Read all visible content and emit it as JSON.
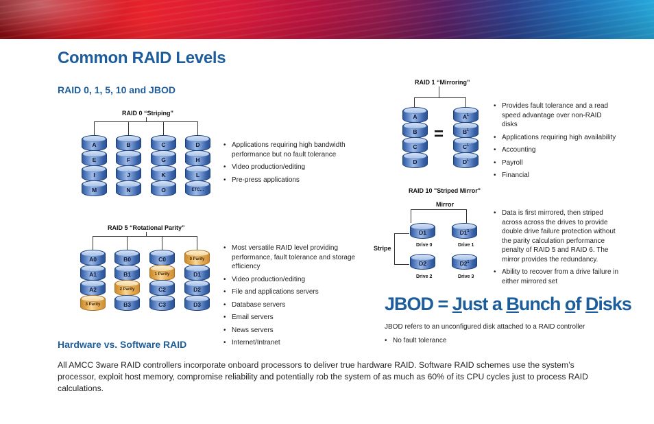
{
  "page": {
    "title": "Common RAID Levels",
    "raid_heading": "RAID 0, 1, 5, 10 and JBOD",
    "hw_heading": "Hardware vs. Software RAID",
    "hw_text": "All AMCC 3ware RAID controllers incorporate onboard processors to deliver true hardware RAID. Software RAID schemes use the system’s processor, exploit host memory, compromise reliability and potentially rob the system of as much as 60% of its CPU cycles just to process RAID calculations."
  },
  "raid0": {
    "label": "RAID 0 “Striping”",
    "columns": [
      [
        "A",
        "E",
        "I",
        "M"
      ],
      [
        "B",
        "F",
        "J",
        "N"
      ],
      [
        "C",
        "G",
        "K",
        "O"
      ],
      [
        "D",
        "H",
        "L",
        "ETC…"
      ]
    ],
    "bullets": [
      "Applications requiring high bandwidth performance but no fault tolerance",
      "Video production/editing",
      "Pre-press applications"
    ]
  },
  "raid5": {
    "label": "RAID 5 “Rotational Parity”",
    "columns": [
      [
        "A0",
        "A1",
        "A2",
        "3 Parity"
      ],
      [
        "B0",
        "B1",
        "2 Parity",
        "B3"
      ],
      [
        "C0",
        "1 Parity",
        "C2",
        "C3"
      ],
      [
        "0 Parity",
        "D1",
        "D2",
        "D3"
      ]
    ],
    "bullets": [
      "Most versatile RAID level providing performance, fault tolerance and storage efficiency",
      "Video production/editing",
      "File and applications servers",
      "Database servers",
      "Email servers",
      "News servers",
      "Internet/Intranet"
    ]
  },
  "raid1": {
    "label": "RAID 1 “Mirroring”",
    "left": [
      "A",
      "B",
      "C",
      "D"
    ],
    "right": [
      "A1",
      "B1",
      "C1",
      "D1"
    ],
    "equals": "=",
    "bullets": [
      "Provides fault tolerance and a read speed advantage over non-RAID disks",
      "Applications requiring high availability",
      "Accounting",
      "Payroll",
      "Financial"
    ]
  },
  "raid10": {
    "label": "RAID 10 \"Striped Mirror\"",
    "mirror_label": "Mirror",
    "stripe_label": "Stripe",
    "drives": [
      {
        "disk": "D1",
        "name": "Drive 0"
      },
      {
        "disk": "D1",
        "name": "Drive 1"
      },
      {
        "disk": "D2",
        "name": "Drive 2"
      },
      {
        "disk": "D2",
        "name": "Drive 3"
      }
    ],
    "sup": "1",
    "bullets": [
      "Data is first mirrored, then striped across across the drives to provide double drive failure protection without the parity calculation performance penalty of RAID 5 and RAID 6. The mirror provides the redundancy.",
      "Ability to recover from a drive failure in either mirrored set"
    ]
  },
  "jbod": {
    "heading": "JBOD = Just a Bunch of Disks",
    "parts": [
      "JBOD = ",
      "J",
      "ust a ",
      "B",
      "unch ",
      "o",
      "f ",
      "D",
      "isks"
    ],
    "description": "JBOD refers to an unconfigured disk attached to a RAID controller",
    "bullets": [
      "No fault tolerance"
    ]
  },
  "colors": {
    "heading_blue": "#1d5d9c",
    "disk_blue": "#5f86c6",
    "parity_orange": "#eab463"
  }
}
